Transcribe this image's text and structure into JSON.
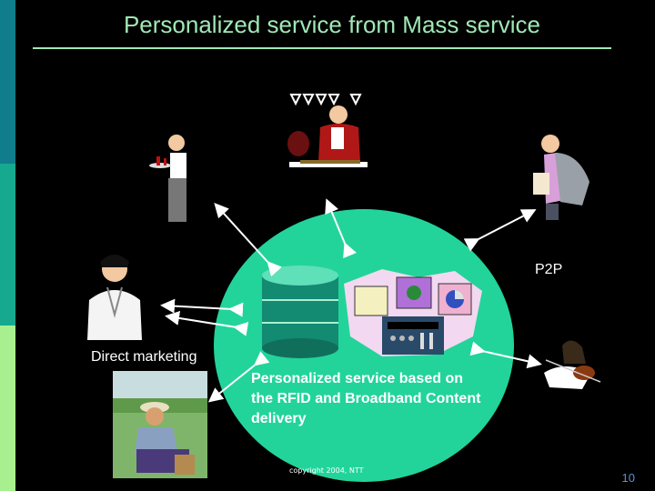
{
  "slide": {
    "title": "Personalized service from Mass service",
    "center_caption": "Personalized service based on the RFID and Broadband Content delivery",
    "labels": {
      "p2p": "P2P",
      "direct_marketing": "Direct marketing"
    },
    "copyright": "copyright 2004, NTT",
    "page_number": "10"
  },
  "colors": {
    "accent_bar_top": "#0f7d8c",
    "accent_bar_mid": "#17a98f",
    "accent_bar_bottom": "#a8f08f",
    "hub_ellipse": "#22d49a",
    "title_text": "#9fe8b5"
  },
  "icons": [
    "waiter-icon",
    "bartender-icon",
    "traveler-icon",
    "doctor-icon",
    "farmer-icon",
    "violinist-icon",
    "database-icon",
    "computer-console-icon"
  ]
}
